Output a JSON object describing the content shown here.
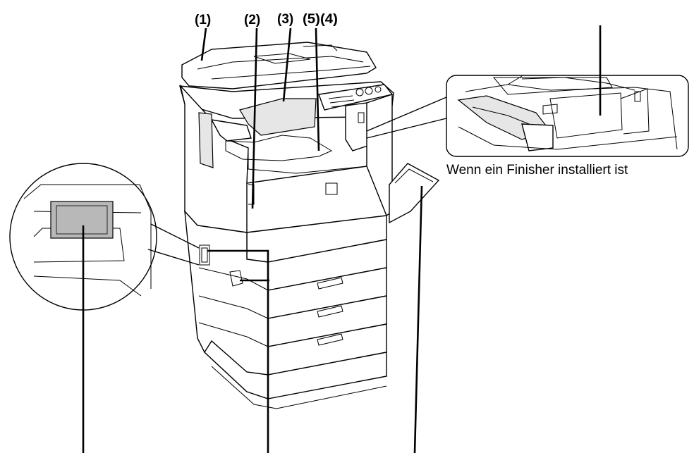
{
  "labels": {
    "part1": "(1)",
    "part2": "(2)",
    "part3": "(3)",
    "part45": "(5)(4)"
  },
  "caption": "Wenn ein Finisher installiert ist",
  "colors": {
    "line": "#000000",
    "shade": "#e6e6e6",
    "switch": "#b8b8b8"
  }
}
